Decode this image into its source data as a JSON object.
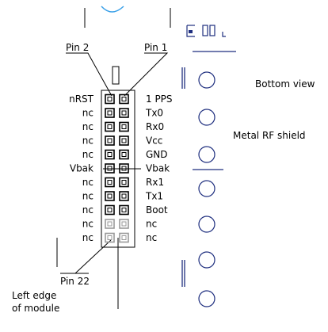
{
  "diagram": {
    "pin_2_label": "Pin 2",
    "pin_1_label": "Pin 1",
    "pin_22_label": "Pin 22",
    "bottom_view_label": "Bottom view",
    "rf_shield_label": "Metal RF shield",
    "left_edge_line1": "Left edge",
    "left_edge_line2": "of module",
    "left_column_labels": [
      "nRST",
      "nc",
      "nc",
      "nc",
      "nc",
      "Vbak",
      "nc",
      "nc",
      "nc",
      "nc",
      "nc"
    ],
    "right_column_labels": [
      "1 PPS",
      "Tx0",
      "Rx0",
      "Vcc",
      "GND",
      "Vbak",
      "Rx1",
      "Tx1",
      "Boot",
      "nc",
      "nc"
    ],
    "colors": {
      "line": "#000000",
      "shield_blue": "#1f2f7f",
      "arc_blue": "#3aa0e8",
      "faded_pad": "#9a9a9a"
    }
  }
}
